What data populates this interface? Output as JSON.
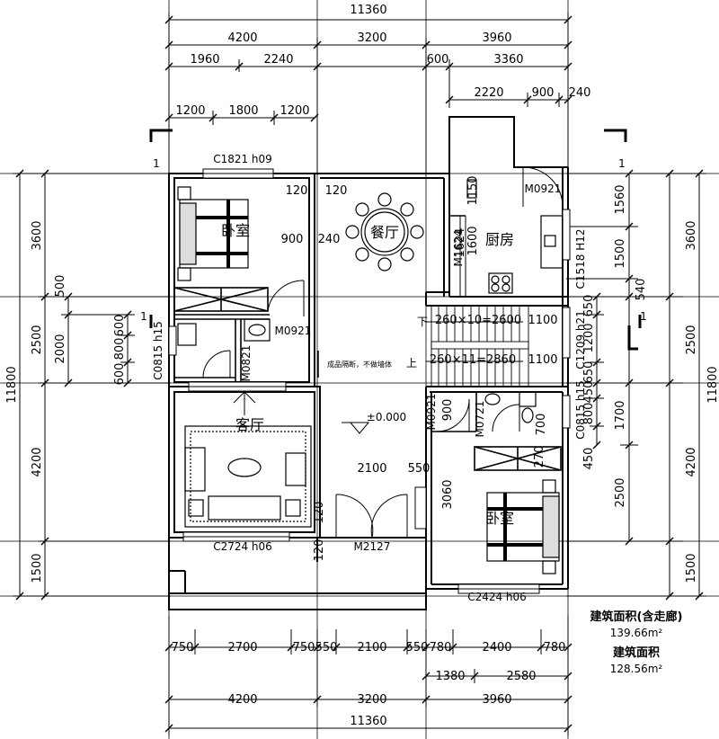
{
  "dimensions": {
    "top_total": "11360",
    "top_row1": [
      "4200",
      "3200",
      "3960"
    ],
    "top_row2": [
      "1960",
      "2240",
      "600",
      "3360"
    ],
    "top_row3": [
      "1200",
      "1800",
      "1200",
      "2220",
      "900",
      "240"
    ],
    "bottom_row1": [
      "750",
      "2700",
      "750",
      "550",
      "2100",
      "550",
      "780",
      "2400",
      "780"
    ],
    "bottom_row2": [
      "1380",
      "2580"
    ],
    "bottom_row3": [
      "4200",
      "3200",
      "3960"
    ],
    "bottom_total": "11360",
    "left_outer": [
      "3600",
      "2500",
      "4200",
      "1500"
    ],
    "left_total": "11800",
    "left_inner": [
      "500",
      "2000",
      "600",
      "800",
      "600"
    ],
    "right_outer": [
      "3600",
      "2500",
      "4200",
      "1500"
    ],
    "right_total": "11800",
    "right_inner": [
      "1560",
      "1500",
      "540",
      "650",
      "1200",
      "650",
      "450",
      "800",
      "1700",
      "450",
      "2500"
    ],
    "interior": [
      "120",
      "120",
      "240",
      "900",
      "1150",
      "1600",
      "1624",
      "260×10=2600",
      "1100",
      "260×11=2860",
      "1100",
      "3060",
      "900",
      "700",
      "270",
      "2100",
      "550",
      "120",
      "120"
    ]
  },
  "rooms": {
    "bedroom1": "卧室",
    "dining": "餐厅",
    "kitchen": "厨房",
    "living": "客厅",
    "bedroom2": "卧室"
  },
  "tags": {
    "window_c1821": "C1821 h09",
    "door_m0921_kitchen": "M0921",
    "window_c1518": "C1518 H12",
    "door_m1624": "M1624",
    "door_m0921_bed": "M0921",
    "window_c0815_left": "C0815 h15",
    "door_m0821": "M0821",
    "window_c1209": "C1209 h21",
    "door_m0921_right": "M0921",
    "door_m0721": "M0721",
    "window_c0815_right": "C0815 h15",
    "elevation": "±0.000",
    "window_c2724": "C2724 h06",
    "door_m2127": "M2127",
    "window_c2424": "C2424 h06",
    "stair_down": "下",
    "stair_up": "上",
    "partition_note": "成品隔断，不做墙体",
    "section_marks": [
      "1",
      "1",
      "1",
      "1"
    ]
  },
  "area": {
    "label1": "建筑面积(含走廊)",
    "value1": "139.66m²",
    "label2": "建筑面积",
    "value2": "128.56m²"
  }
}
